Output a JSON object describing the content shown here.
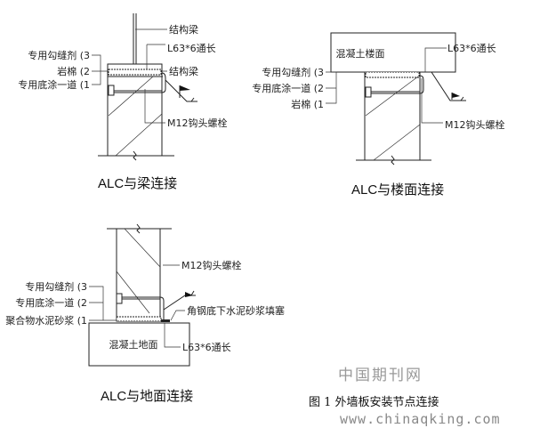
{
  "panels": {
    "beam": {
      "title": "ALC与梁连接",
      "labels": {
        "beam_top": "结构梁",
        "angle": "L63*6通长",
        "beam_mid": "结构梁",
        "bolt": "M12钩头螺栓",
        "l3": "专用勾缝剂 (3",
        "l2": "岩棉 (2",
        "l1": "专用底涂一道 (1"
      }
    },
    "floor": {
      "title": "ALC与楼面连接",
      "labels": {
        "slab": "混凝土楼面",
        "angle": "L63*6通长",
        "bolt": "M12钩头螺栓",
        "l3": "专用勾缝剂 (3",
        "l2": "专用底涂一道 (2",
        "l1": "岩棉 (1"
      }
    },
    "ground": {
      "title": "ALC与地面连接",
      "labels": {
        "bolt": "M12钩头螺栓",
        "mortar": "角钢底下水泥砂浆填塞",
        "ground": "混凝土地面",
        "angle": "L63*6通长",
        "l3": "专用勾缝剂 (3",
        "l2": "专用底涂一道 (2",
        "l1": "聚合物水泥砂浆 (1"
      }
    }
  },
  "caption": "图 1  外墙板安装节点连接",
  "watermark": {
    "name": "中国期刊网",
    "url": "www.chinaqking.com"
  }
}
